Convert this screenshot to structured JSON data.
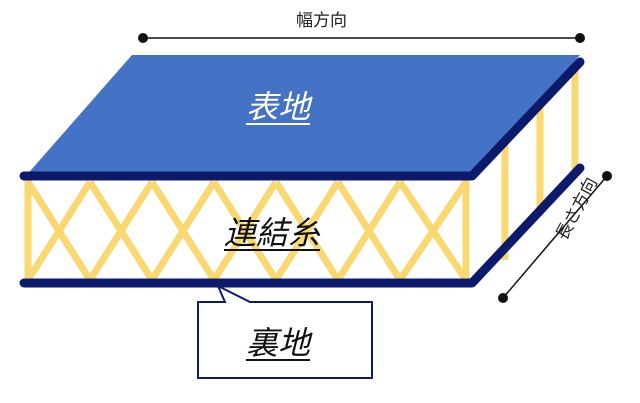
{
  "labels": {
    "width_direction": "幅方向",
    "length_direction": "長さ方向",
    "top_fabric": "表地",
    "connecting_yarn": "連結糸",
    "back_fabric": "裏地"
  },
  "colors": {
    "top_face": "#4472c4",
    "edge": "#0c1a6b",
    "yarn": "#f9d872"
  }
}
